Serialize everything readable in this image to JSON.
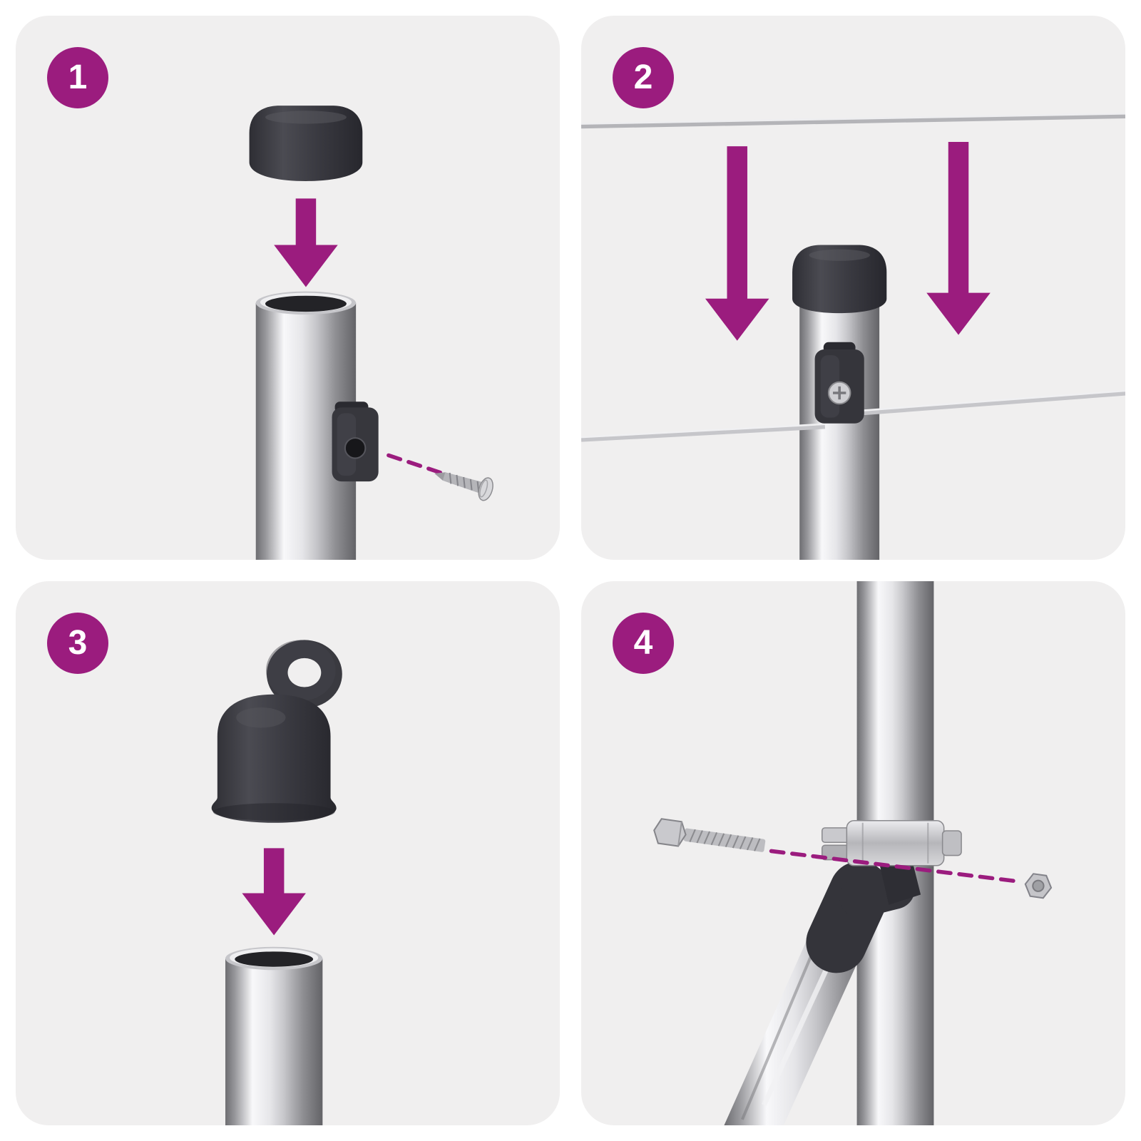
{
  "colors": {
    "page_bg": "#FFFFFF",
    "panel_bg": "#F0EFEF",
    "accent": "#9B1C7E",
    "part_dark": "#35353B",
    "metal_highlight": "#F8F8FA",
    "metal_shadow": "#636367"
  },
  "steps": [
    {
      "number": "1",
      "illustration": "round-post-cap-pressed-onto-open-metal-post; wire-clip-fixed-with-screw",
      "parts": [
        "post-cap",
        "down-arrow",
        "metal-post",
        "wire-clip",
        "screw"
      ]
    },
    {
      "number": "2",
      "illustration": "tension-wires-lowered-and-hooked-into-wire-clip-on-capped-post",
      "parts": [
        "upper-tension-wire",
        "down-arrow-left",
        "down-arrow-right",
        "post-cap",
        "metal-post",
        "wire-clip",
        "clip-screw",
        "lower-tension-wire"
      ]
    },
    {
      "number": "3",
      "illustration": "eyelet-cap-pressed-onto-open-metal-tube",
      "parts": [
        "eyelet-cap",
        "down-arrow",
        "metal-tube"
      ]
    },
    {
      "number": "4",
      "illustration": "diagonal-brace-fixed-to-vertical-post-with-clamp-bolt-and-nut",
      "parts": [
        "vertical-post",
        "diagonal-brace",
        "elbow-connector",
        "post-clamp",
        "hex-bolt",
        "hex-nut"
      ]
    }
  ]
}
